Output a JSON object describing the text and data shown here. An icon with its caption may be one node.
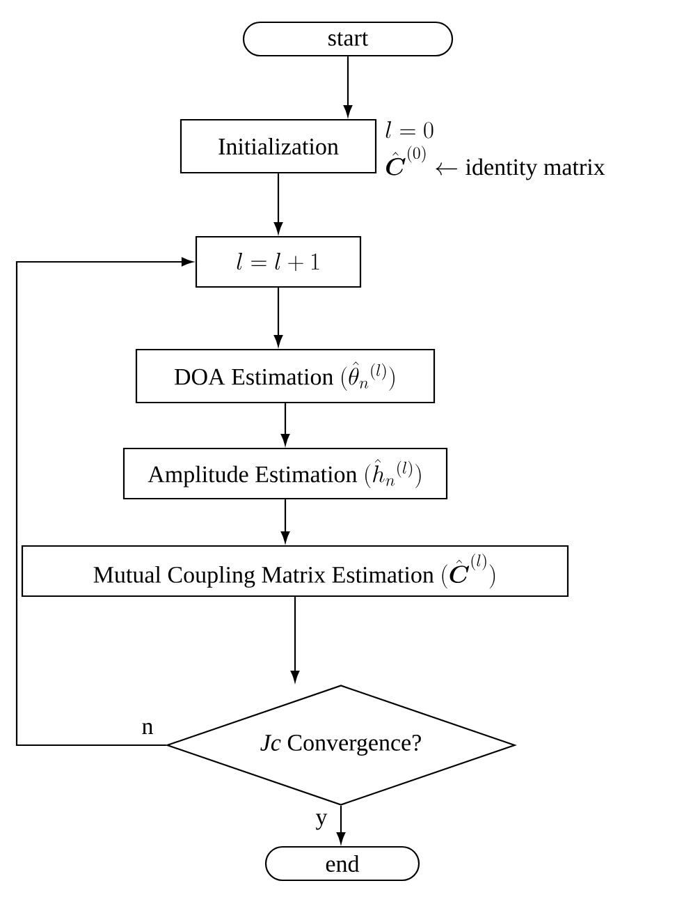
{
  "diagram": {
    "nodes": [
      {
        "text": [
          "start"
        ]
      },
      {
        "text": [
          "Initialization"
        ],
        "beside": [
          "l=0",
          "\\hat{\\boldsymbol{C}}^{(0)} \\leftarrow \\text{identity matrix}"
        ]
      },
      {
        "text": [
          "l=l+1"
        ]
      },
      {
        "text": [
          "\\text{DOA Estimation } (\\hat{\\theta}_n{}^{(l)})"
        ]
      },
      {
        "text": [
          "\\text{Amplitude Estimation } (\\hat{h}_n{}^{(l)})"
        ]
      },
      {
        "text": [
          "\\text{Mutual Coupling Matrix Estimation } (\\hat{\\boldsymbol{C}}^{(l)})"
        ]
      },
      {
        "text": [
          "*Jc* Convergence?"
        ]
      },
      {
        "text": [
          "end"
        ]
      }
    ],
    "edges": [
      {
        "from": 0,
        "to": 1,
        "arrow": "to"
      },
      {
        "from": 1,
        "to": 2,
        "arrow": "to"
      },
      {
        "from": 2,
        "to": 3,
        "arrow": "to"
      },
      {
        "from": 3,
        "to": 4,
        "arrow": "to"
      },
      {
        "from": 4,
        "to": 5,
        "arrow": "to"
      },
      {
        "from": 5,
        "to": 6,
        "arrow": "to"
      },
      {
        "from": 6,
        "to": 2,
        "arrow": "to",
        "label": "n"
      },
      {
        "from": 6,
        "to": 7,
        "arrow": "to",
        "label": "y"
      }
    ]
  }
}
